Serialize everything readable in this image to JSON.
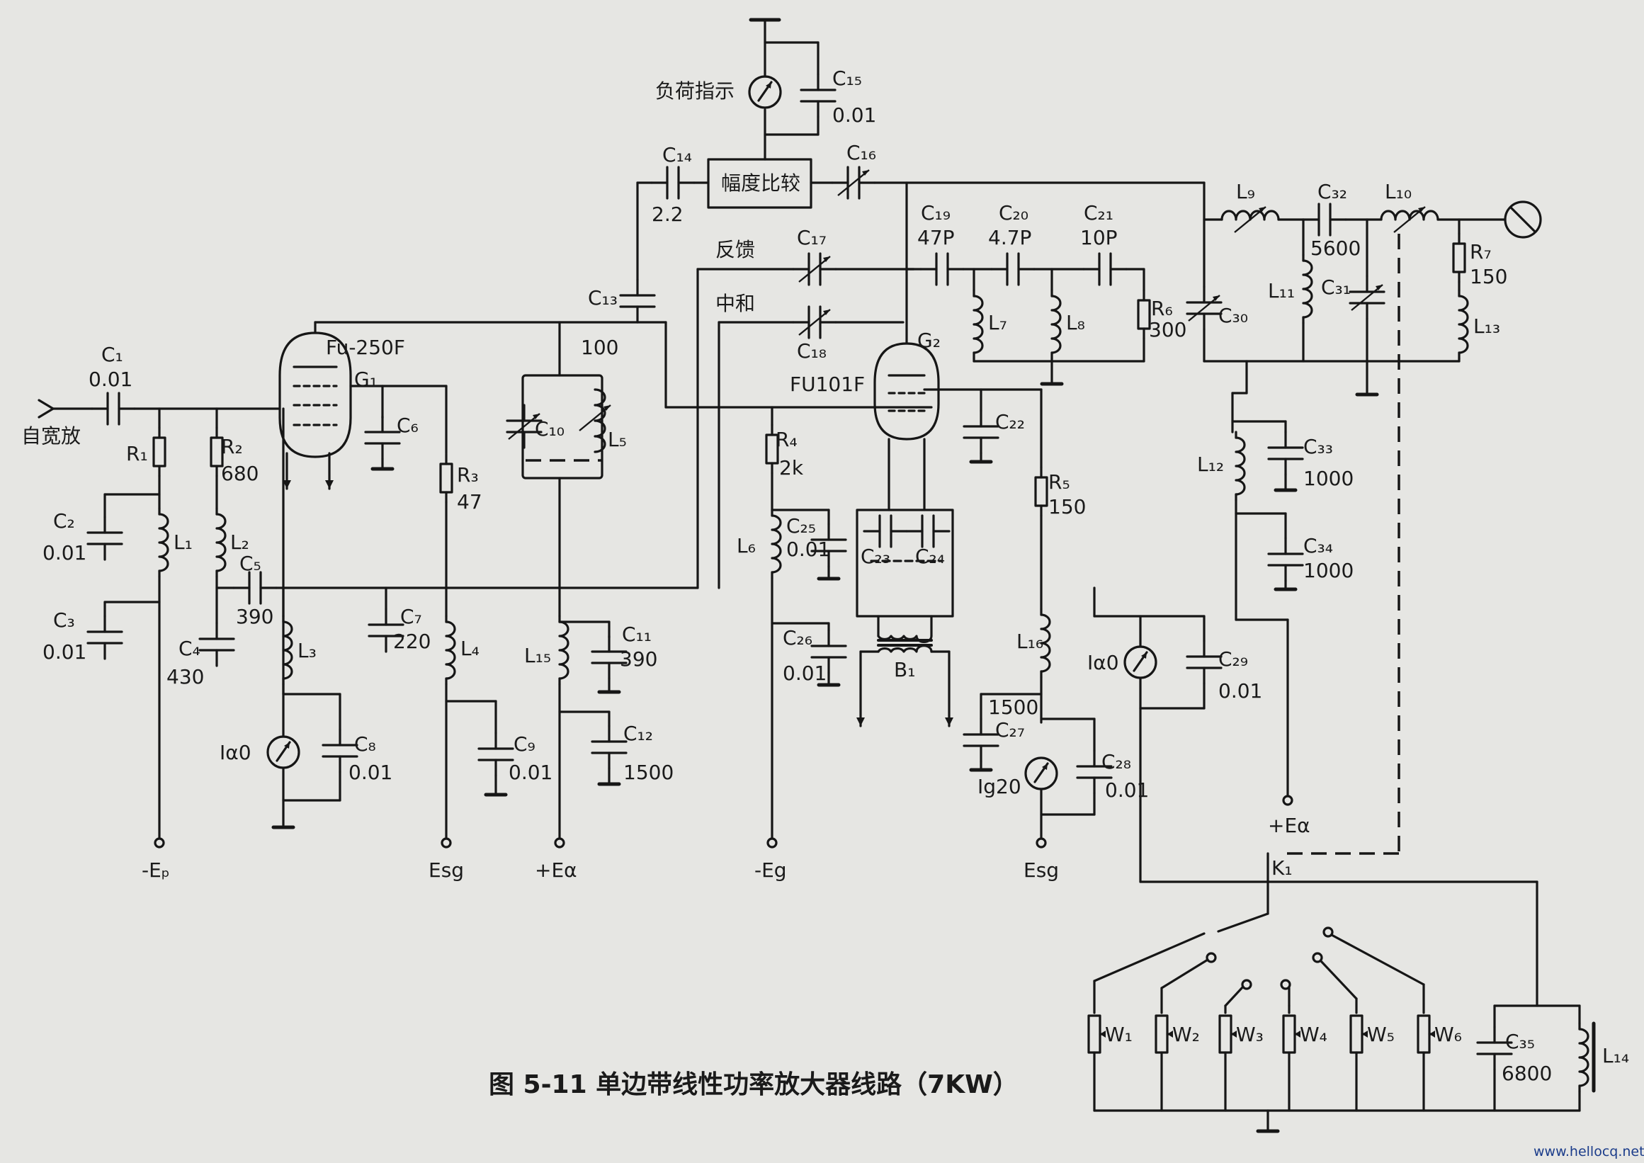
{
  "labels": {
    "input": "自宽放",
    "load_indicator": "负荷指示",
    "amp_compare": "幅度比较",
    "feedback": "反馈",
    "neutralize": "中和",
    "tube1": "Fu-250F",
    "tube2": "FU101F",
    "G1": "G₁",
    "G2": "G₂",
    "C1": "C₁",
    "C1v": "0.01",
    "R1": "R₁",
    "R2": "R₂",
    "R2v": "680",
    "C2": "C₂",
    "C2v": "0.01",
    "C3": "C₃",
    "C3v": "0.01",
    "L1": "L₁",
    "L2": "L₂",
    "L3": "L₃",
    "L4": "L₄",
    "C4": "C₄",
    "C4v": "430",
    "C5": "C₅",
    "C5v": "390",
    "C6": "C₆",
    "C7": "C₇",
    "C7v": "220",
    "C8": "C₈",
    "C8v": "0.01",
    "C9": "C₉",
    "C9v": "0.01",
    "R3": "R₃",
    "R3v": "47",
    "Ia0": "Iα0",
    "C10": "C₁₀",
    "L5": "L₅",
    "C11": "C₁₁",
    "C11v": "390",
    "C12": "C₁₂",
    "C12v": "1500",
    "C13": "C₁₃",
    "C13v": "100",
    "C14": "C₁₄",
    "C14v": "2.2",
    "C15": "C₁₅",
    "C15v": "0.01",
    "C16": "C₁₆",
    "C17": "C₁₇",
    "C18": "C₁₈",
    "C19": "C₁₉",
    "C19v": "47P",
    "C20": "C₂₀",
    "C20v": "4.7P",
    "C21": "C₂₁",
    "C21v": "10P",
    "R6": "R₆",
    "R6v": "300",
    "L7": "L₇",
    "L8": "L₈",
    "L15": "L₁₅",
    "R4": "R₄",
    "R4v": "2k",
    "L6": "L₆",
    "C25": "C₂₅",
    "C25v": "0.01",
    "C26": "C₂₆",
    "C26v": "0.01",
    "C22": "C₂₂",
    "C23": "C₂₃",
    "C24": "C₂₄",
    "B1": "B₁",
    "R5": "R₅",
    "R5v": "150",
    "L16": "L₁₆",
    "C27": "C₂₇",
    "C27v": "1500",
    "C28": "C₂₈",
    "C28v": "0.01",
    "Ig20": "Ig20",
    "C29": "C₂₉",
    "C29v": "0.01",
    "L9": "L₉",
    "L10": "L₁₀",
    "L11": "L₁₁",
    "L12": "L₁₂",
    "L13": "L₁₃",
    "L14": "L₁₄",
    "C30": "C₃₀",
    "C31": "C₃₁",
    "C32": "C₃₂",
    "C32v": "5600",
    "C33": "C₃₃",
    "C33v": "1000",
    "C34": "C₃₄",
    "C34v": "1000",
    "C35": "C₃₅",
    "C35v": "6800",
    "R7": "R₇",
    "R7v": "150",
    "K1": "K₁",
    "W1": "W₁",
    "W2": "W₂",
    "W3": "W₃",
    "W4": "W₄",
    "W5": "W₅",
    "W6": "W₆",
    "neg_Ep": "-Eₚ",
    "Esg1": "Esg",
    "pos_Ea1": "+Eα",
    "neg_Eg": "-Eg",
    "Esg2": "Esg",
    "pos_Ea2": "+Eα"
  },
  "caption": "图 5-11   单边带线性功率放大器线路（7KW）",
  "watermark": "www.hellocq.net"
}
